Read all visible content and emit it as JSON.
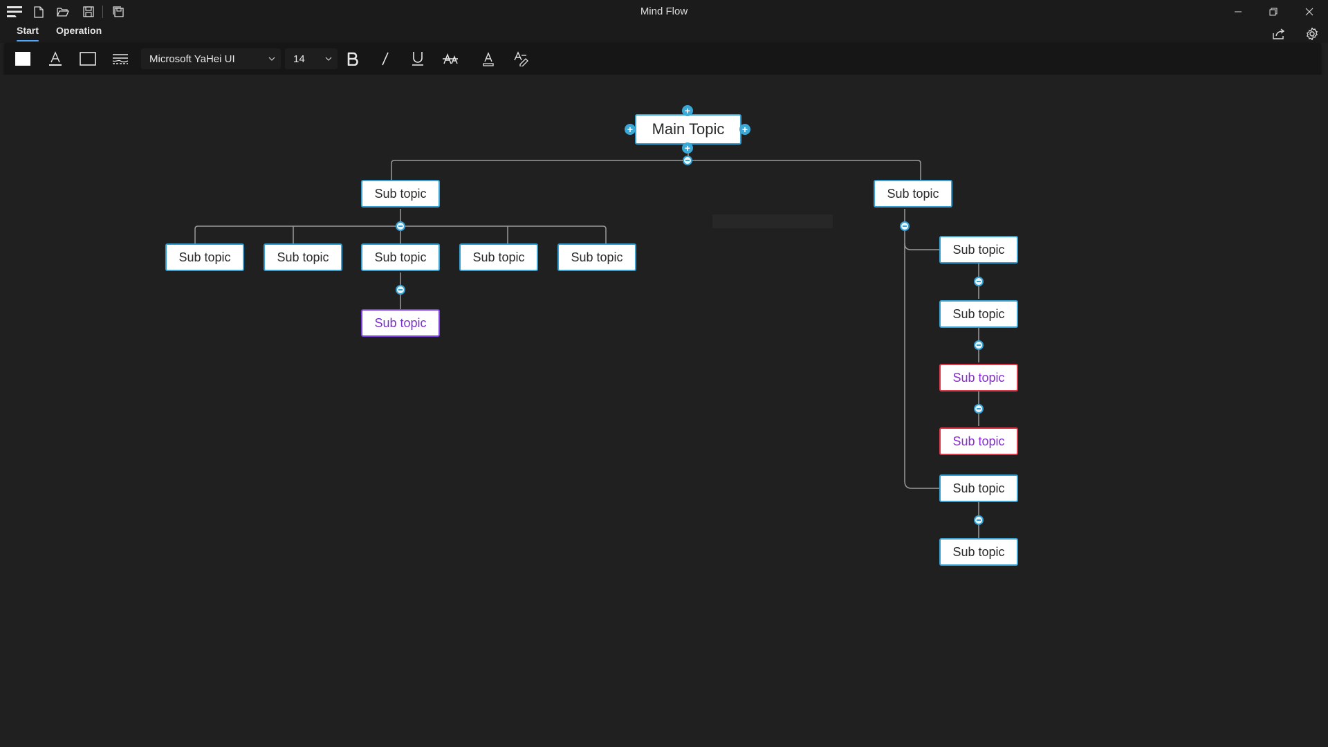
{
  "app": {
    "title": "Mind Flow"
  },
  "quick_access": [
    "menu-icon",
    "new-file-icon",
    "open-folder-icon",
    "save-icon",
    "save-as-icon"
  ],
  "tabs": [
    {
      "label": "Start",
      "active": true
    },
    {
      "label": "Operation",
      "active": false
    }
  ],
  "toolbar": {
    "font_family": "Microsoft YaHei UI",
    "font_size": "14",
    "tools": [
      "fill-color-icon",
      "font-color-icon",
      "border-icon",
      "line-style-icon",
      "bold-icon",
      "italic-icon",
      "underline-icon",
      "strikethrough-icon",
      "text-highlight-icon",
      "clear-format-icon"
    ]
  },
  "colors": {
    "node_border": "#35a2d6",
    "selected_border": "#7a3fe0",
    "alert_border": "#e0384a",
    "tab_accent": "#4ea6ff",
    "canvas_bg": "#202020"
  },
  "mindmap": {
    "main": {
      "label": "Main Topic"
    },
    "left": {
      "label": "Sub topic",
      "children": [
        {
          "label": "Sub topic"
        },
        {
          "label": "Sub topic"
        },
        {
          "label": "Sub topic",
          "children": [
            {
              "label": "Sub topic",
              "style": "purple"
            }
          ]
        },
        {
          "label": "Sub topic"
        },
        {
          "label": "Sub topic"
        }
      ]
    },
    "right": {
      "label": "Sub topic",
      "chains": [
        [
          {
            "label": "Sub topic"
          },
          {
            "label": "Sub topic"
          },
          {
            "label": "Sub topic",
            "style": "red"
          },
          {
            "label": "Sub topic",
            "style": "red"
          }
        ],
        [
          {
            "label": "Sub topic"
          },
          {
            "label": "Sub topic"
          }
        ]
      ]
    }
  }
}
